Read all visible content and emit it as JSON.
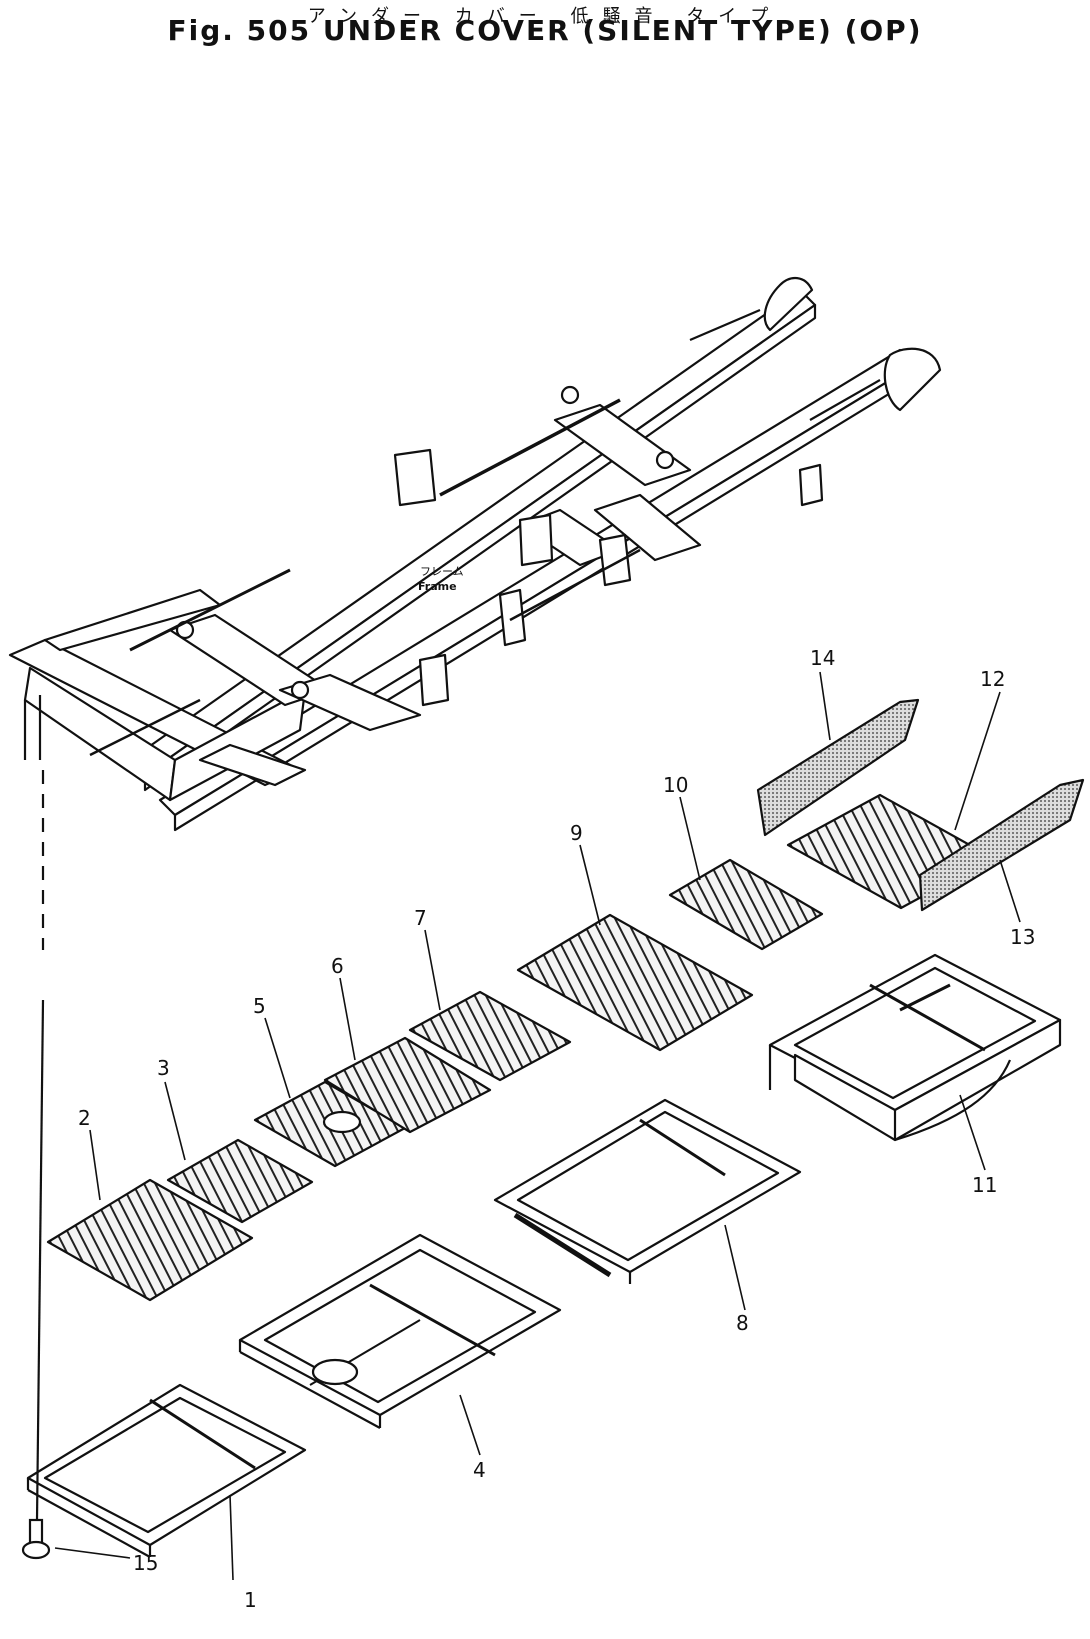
{
  "figure": {
    "title_jp": "アンダー カバー 低騒音 タイプ",
    "title": "Fig. 505   UNDER COVER (SILENT TYPE) (OP)",
    "frame_label_jp": "フレーム",
    "frame_label": "Frame"
  },
  "callouts": [
    "1",
    "2",
    "3",
    "4",
    "5",
    "6",
    "7",
    "8",
    "9",
    "10",
    "11",
    "12",
    "13",
    "14",
    "15"
  ]
}
